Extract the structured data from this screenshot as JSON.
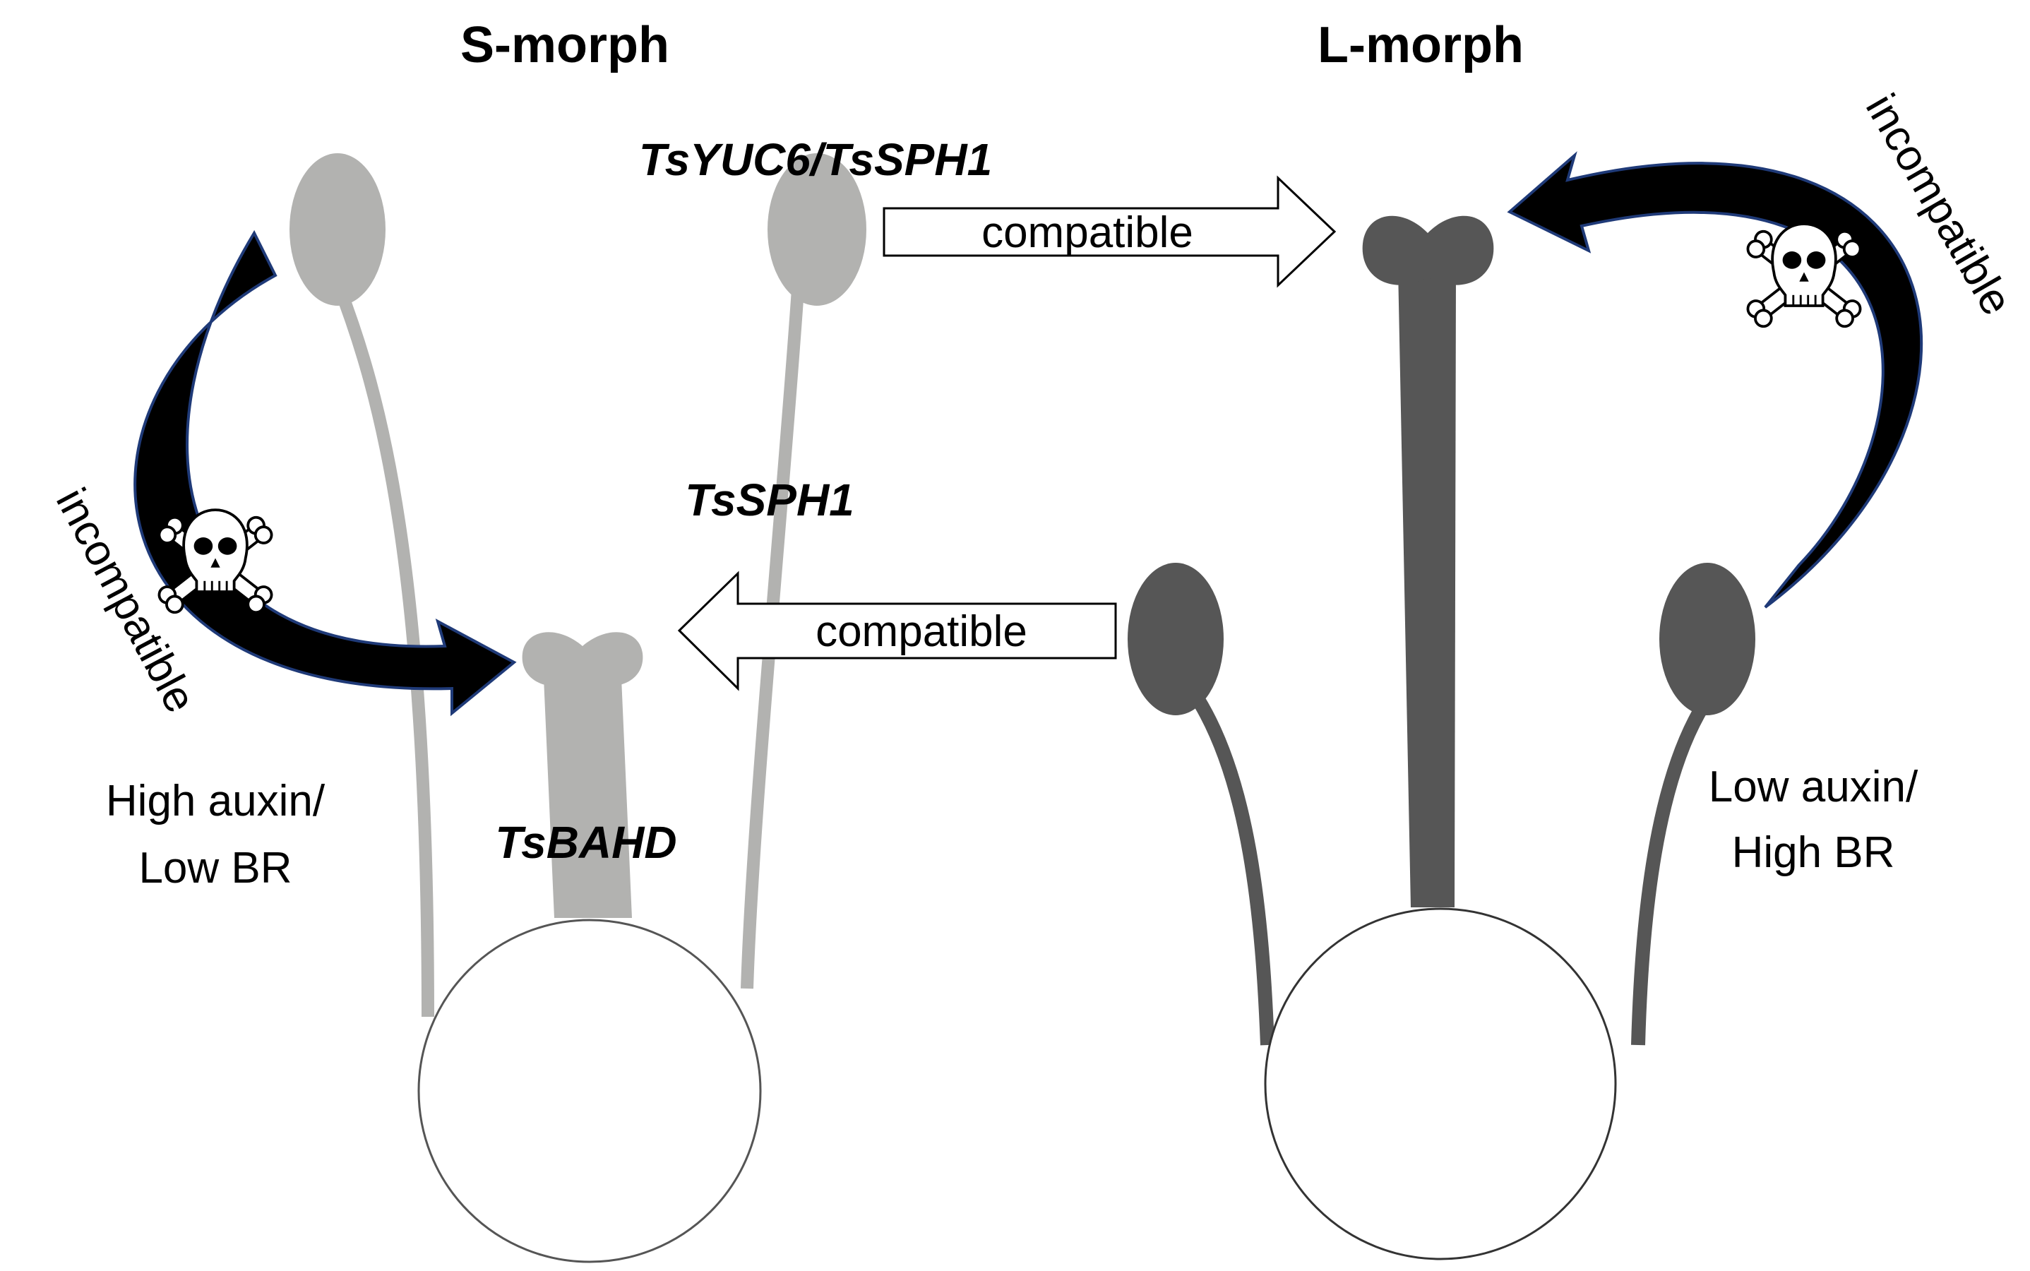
{
  "titles": {
    "s_morph": "S-morph",
    "l_morph": "L-morph"
  },
  "genes": {
    "yuc_sph": "TsYUC6/TsSPH1",
    "sph": "TsSPH1",
    "bahd": "TsBAHD"
  },
  "arrows": {
    "compatible_top": "compatible",
    "compatible_bottom": "compatible",
    "incompatible_left": "incompatible",
    "incompatible_right": "incompatible"
  },
  "conditions": {
    "s_line1": "High auxin/",
    "s_line2": "Low BR",
    "l_line1": "Low auxin/",
    "l_line2": "High BR"
  },
  "icons": {
    "left_skull": "skull-crossbones-icon",
    "right_skull": "skull-crossbones-icon"
  },
  "colors": {
    "s_morph_gray": "#b2b2b0",
    "l_morph_dark": "#565656",
    "arrow_black": "#000000",
    "arrow_edge": "#1f3a78"
  }
}
